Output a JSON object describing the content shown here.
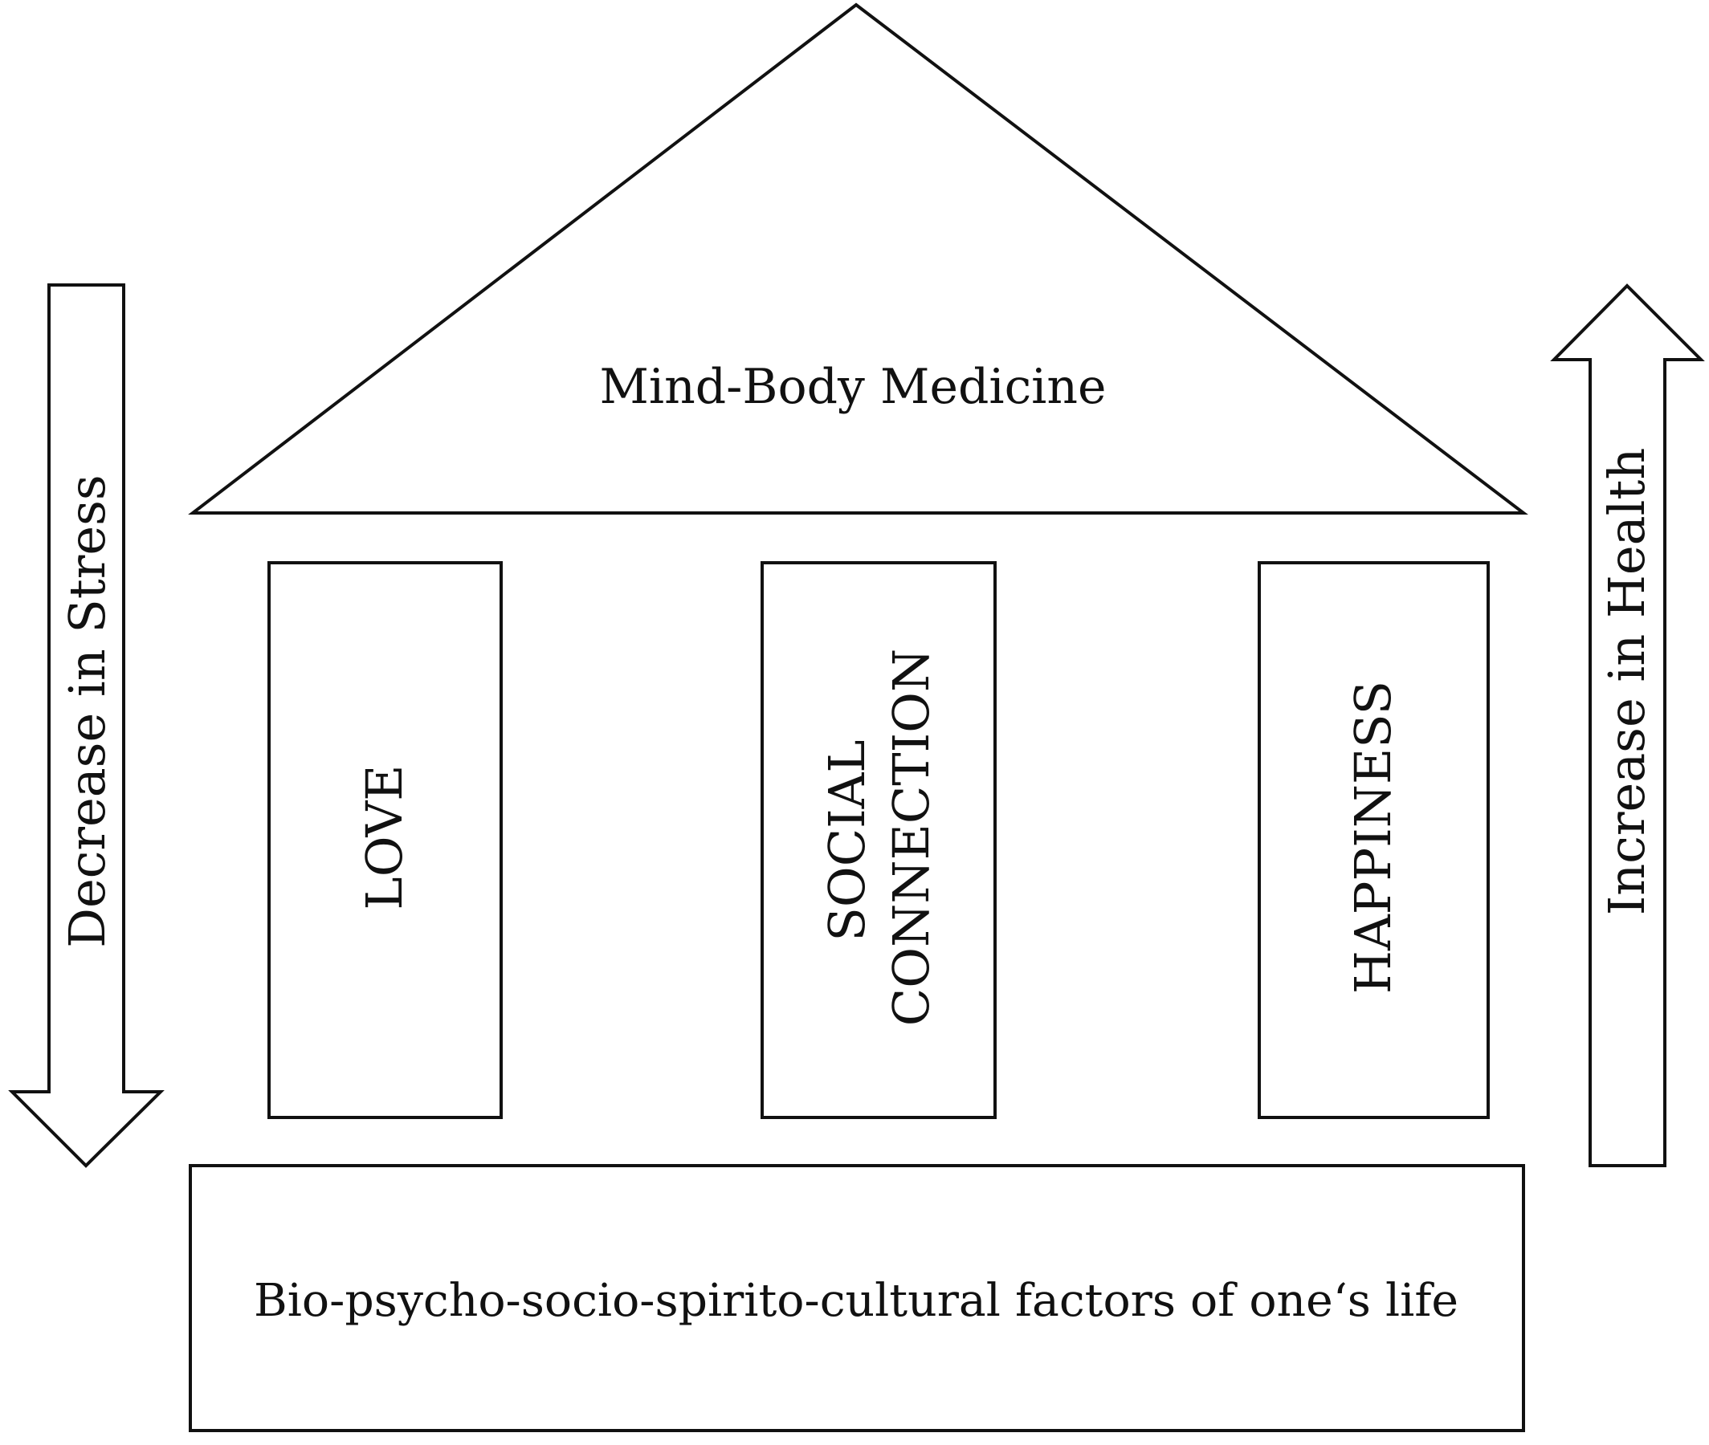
{
  "diagram": {
    "title": "Mind-Body Medicine",
    "pillars": [
      {
        "lines": [
          "LOVE"
        ]
      },
      {
        "lines": [
          "SOCIAL",
          "CONNECTION"
        ]
      },
      {
        "lines": [
          "HAPPINESS"
        ]
      }
    ],
    "foundation": "Bio-psycho-socio-spirito-cultural factors of one‘s life",
    "left_arrow": {
      "label": "Decrease in Stress",
      "direction": "down"
    },
    "right_arrow": {
      "label": "Increase in Health",
      "direction": "up"
    },
    "colors": {
      "stroke": "#111111",
      "fill": "#ffffff",
      "text": "#111111"
    }
  }
}
